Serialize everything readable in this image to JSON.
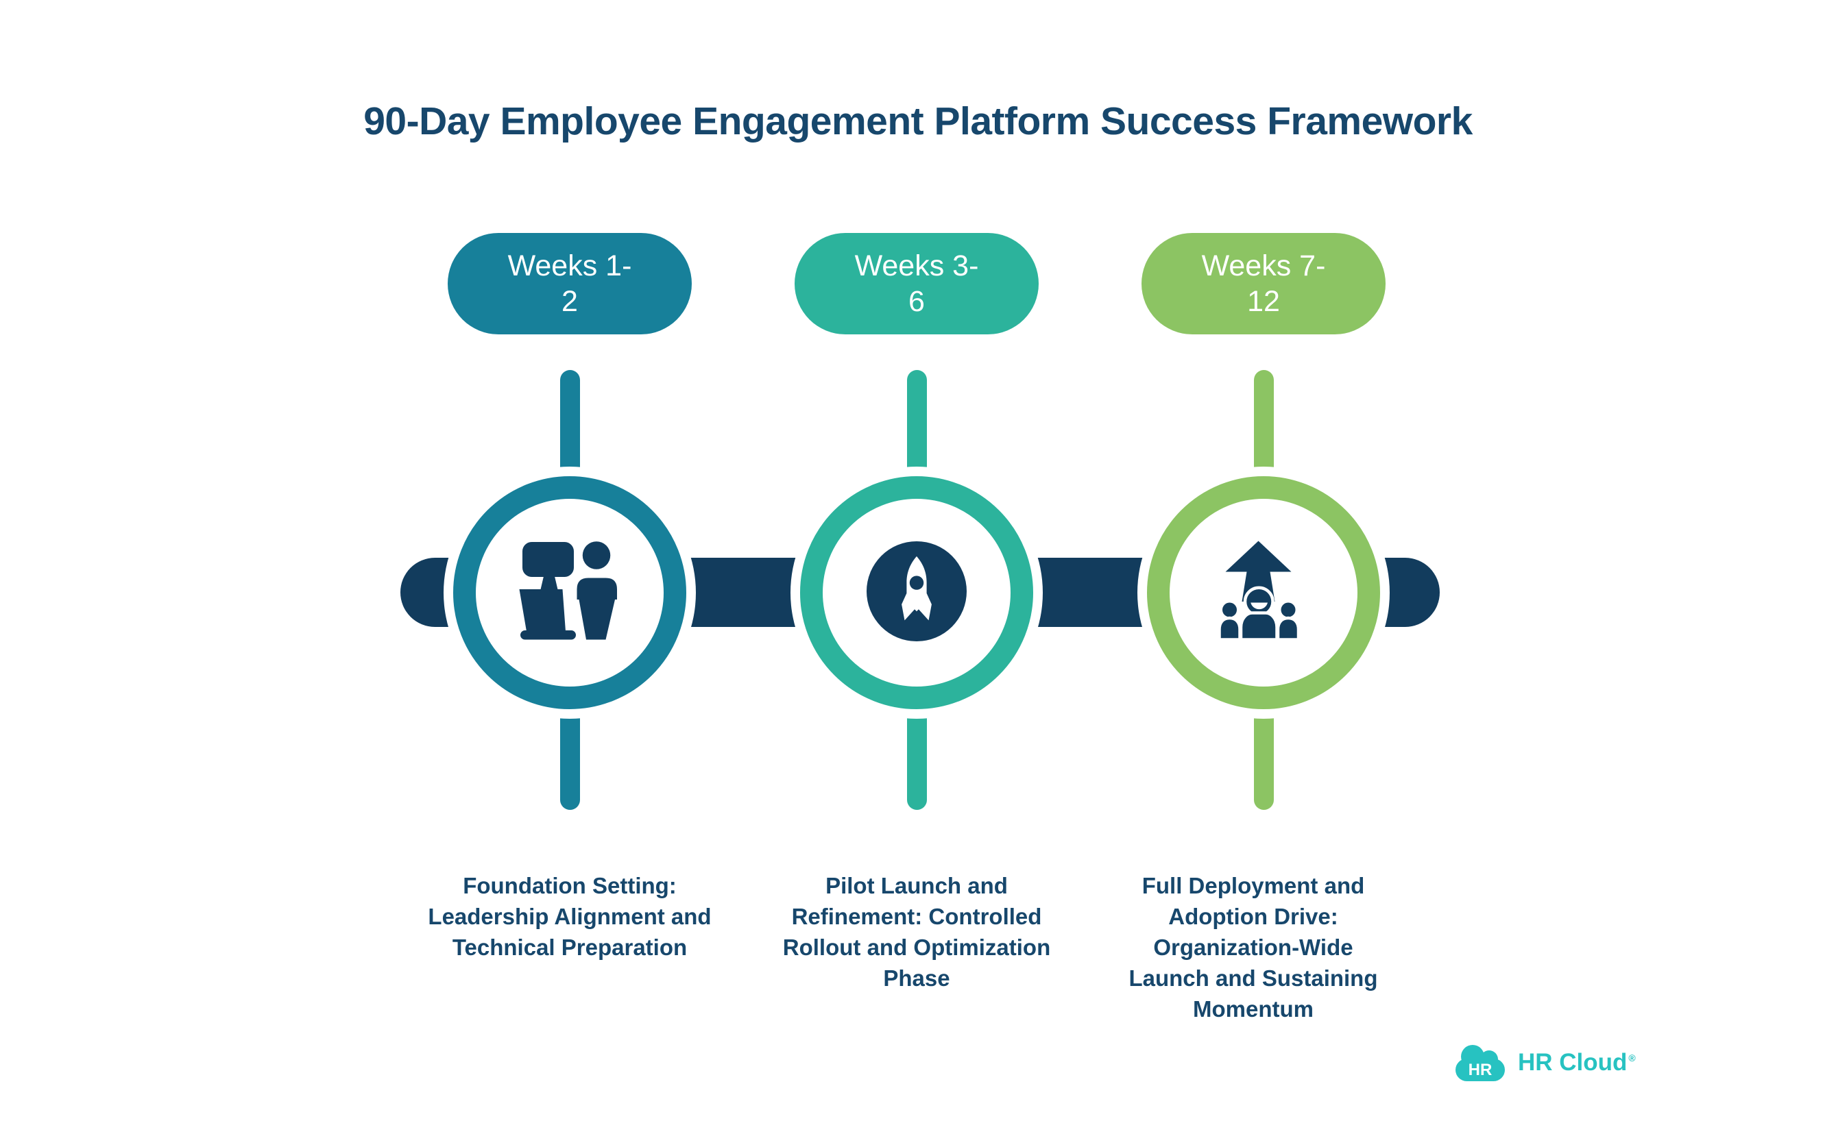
{
  "title": "90-Day Employee Engagement Platform Success Framework",
  "phases": [
    {
      "id": "phase-1",
      "pill_label_line1": "Weeks 1-",
      "pill_label_line2": "2",
      "color": "#17809A",
      "icon": "leadership-presentation-icon",
      "description_lines": [
        "Foundation Setting:",
        "Leadership Alignment and",
        "Technical Preparation"
      ]
    },
    {
      "id": "phase-2",
      "pill_label_line1": "Weeks 3-",
      "pill_label_line2": "6",
      "color": "#2CB39C",
      "icon": "rocket-launch-icon",
      "description_lines": [
        "Pilot Launch and",
        "Refinement: Controlled",
        "Rollout and Optimization",
        "Phase"
      ]
    },
    {
      "id": "phase-3",
      "pill_label_line1": "Weeks 7-",
      "pill_label_line2": "12",
      "color": "#8CC463",
      "icon": "team-growth-icon",
      "description_lines": [
        "Full Deployment and",
        "Adoption Drive:",
        "Organization-Wide",
        "Launch and Sustaining",
        "Momentum"
      ]
    }
  ],
  "timeline": {
    "bar_color": "#123C5D"
  },
  "logo": {
    "badge_text": "HR",
    "brand_name": "HR Cloud",
    "registered_mark": "®",
    "color": "#27C2C1"
  },
  "colors": {
    "background": "#FFFFFF",
    "navy": "#123C5D",
    "text_navy": "#17476C",
    "phase1_teal": "#17809A",
    "phase2_teal_green": "#2CB39C",
    "phase3_green": "#8CC463",
    "logo_teal": "#27C2C1"
  }
}
